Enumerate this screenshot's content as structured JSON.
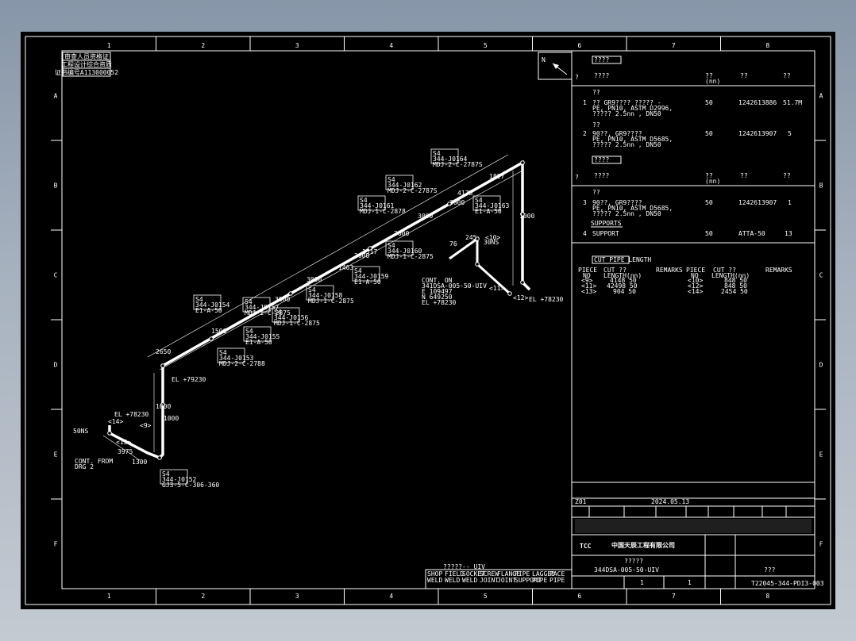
{
  "colors": {
    "background_top": "#8796a8",
    "sheet": "#000000",
    "lines": "#ffffff"
  },
  "border": {
    "columns": [
      "1",
      "2",
      "3",
      "4",
      "5",
      "6",
      "7",
      "8"
    ],
    "rows": [
      "A",
      "B",
      "C",
      "D",
      "E",
      "F"
    ]
  },
  "stamp": {
    "line1": "审查人员资格证",
    "line2": "工程设计综合资质",
    "line3": "证书编号A113000052"
  },
  "north": {
    "label": "N"
  },
  "bom": {
    "section1_title": "????",
    "headers": {
      "piece": "?",
      "desc": "????",
      "size": "??",
      "size_unit": "(nn)",
      "code": "??",
      "qty": "??"
    },
    "subheader": "??",
    "items": [
      {
        "no": "1",
        "desc1": "?? GR9????   ????? -",
        "desc2": "PE, PN10, ASTM D2996,",
        "desc3": "?????  2.5nn , DN50",
        "size": "50",
        "code": "1242613886",
        "qty": "51.7M"
      },
      {
        "no": "2",
        "desc1": "90??, GR9????",
        "desc2": "PE, PN10, ASTM D5685,",
        "desc3": "?????  2.5nn , DN50",
        "size": "50",
        "code": "1242613907",
        "qty": "5"
      }
    ],
    "section2_title": "????",
    "items2": [
      {
        "no": "3",
        "desc1": "90??, GR9????",
        "desc2": "PE, PN10, ASTM D5685,",
        "desc3": "?????  2.5nn , DN50",
        "size": "50",
        "code": "1242613907",
        "qty": "1"
      }
    ],
    "supports_title": "SUPPORTS",
    "support": {
      "no": "4",
      "desc": "SUPPORT",
      "size": "50",
      "code": "ATTA-50",
      "qty": "13"
    }
  },
  "cut_length": {
    "title": "CUT PIPE LENGTH",
    "headers": [
      "PIECE",
      "CUT   ??",
      "REMARKS",
      "PIECE",
      "CUT   ??",
      "REMARKS"
    ],
    "headers2": [
      "NO",
      "LENGTH(nn)",
      "",
      "NO",
      "LENGTH(nn)",
      ""
    ],
    "rows": [
      [
        "<9>",
        "4148  50",
        "<10>",
        "848  50"
      ],
      [
        "<11>",
        "42498  50",
        "<12>",
        "848  50"
      ],
      [
        "<13>",
        "904  50",
        "<14>",
        "2454  50"
      ]
    ]
  },
  "iso_labels": {
    "cont_from": [
      "CONT. FROM",
      "DRG 2"
    ],
    "cont_on": [
      "CONT. ON",
      "341DSA-005-50-UIV",
      "E 109497",
      "N 649250",
      "EL +78230"
    ],
    "el": [
      "EL +78230",
      "EL +79230",
      "EL +78230"
    ],
    "tags": [
      [
        "S4",
        "344-J0164",
        "MDJ-2-C-2787S"
      ],
      [
        "S4",
        "344-J0162",
        "MDJ-2-C-2787S"
      ],
      [
        "S4",
        "344-J0161",
        "MDJ-1-C-2878"
      ],
      [
        "S4",
        "344-J0163",
        "E1-A-50"
      ],
      [
        "S4",
        "344-J0160",
        "MDJ-1-C-2875"
      ],
      [
        "S4",
        "344-J0159",
        "E1-A-50"
      ],
      [
        "S4",
        "344-J0158",
        "MDJ-1-C-2875"
      ],
      [
        "S4",
        "344-J0157",
        "MDJ-1-C-2875"
      ],
      [
        "S4",
        "344-J0156",
        "MDJ-1-C-2875"
      ],
      [
        "S4",
        "344-J0155",
        "E1-A-50"
      ],
      [
        "S4",
        "344-J0154",
        "E1-A-50"
      ],
      [
        "S4",
        "344-J0153",
        "MDJ-2-C-2788"
      ],
      [
        "S4",
        "344-J0152",
        "GJ3-5-C-306-360"
      ]
    ],
    "dims": [
      "2650",
      "3000",
      "3000",
      "3000",
      "3000",
      "3000",
      "1500",
      "3000",
      "1463",
      "1517",
      "4173",
      "1827",
      "1000",
      "1000",
      "3975",
      "1300",
      "1000",
      "76",
      "245",
      "30NS",
      "50NS",
      "<9>",
      "<10>",
      "<11>",
      "<12>",
      "<13>",
      "<14>"
    ]
  },
  "footer": {
    "legend_title": "?????-- UIV",
    "legend_items": [
      "SHOP",
      "FIELD",
      "SOCKET",
      "SCREW",
      "FLANGE",
      "PIPE",
      "LAGGED",
      "PACE",
      "WELD",
      "WELD",
      "WELD",
      "JOINT",
      "JOINT",
      "SUPPORT",
      "PIPE",
      "PIPE"
    ],
    "rev_no": "Z01",
    "date": "2024.05.13",
    "company": "中国天辰工程有限公司",
    "tcc": "TCC",
    "drawing_title1": "?????",
    "drawing_title2": "344DSA-005-50-UIV",
    "drawing_no": "T22045-344-PDI3-003",
    "sheet_label": "???",
    "sheet_mid": "1",
    "sheet_total": "1"
  }
}
